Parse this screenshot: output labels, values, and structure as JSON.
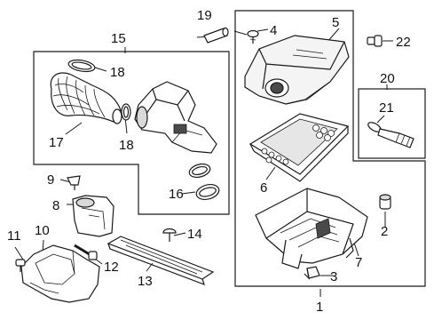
{
  "colors": {
    "line": "#1a1a1a",
    "fill": "#ffffff",
    "shade": "#d9d9d9",
    "dark": "#4a4a4a"
  },
  "callouts": {
    "c1": "1",
    "c2": "2",
    "c3": "3",
    "c4": "4",
    "c5": "5",
    "c6": "6",
    "c7": "7",
    "c8": "8",
    "c9": "9",
    "c10": "10",
    "c11": "11",
    "c12": "12",
    "c13": "13",
    "c14": "14",
    "c15": "15",
    "c16": "16",
    "c17": "17",
    "c18a": "18",
    "c18b": "18",
    "c19": "19",
    "c20": "20",
    "c21": "21",
    "c22": "22"
  }
}
